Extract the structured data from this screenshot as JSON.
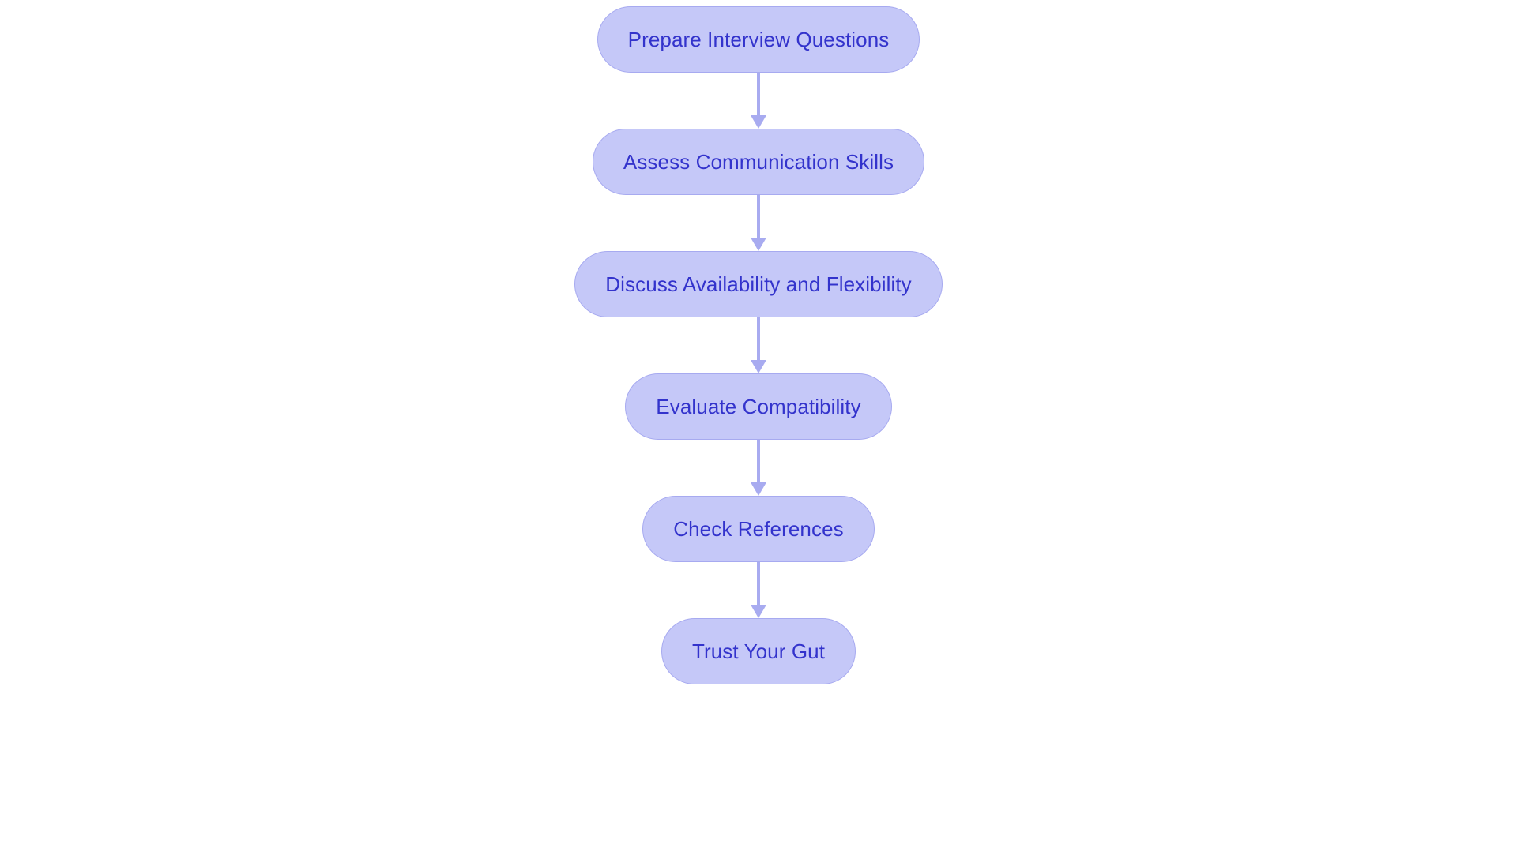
{
  "diagram": {
    "type": "flowchart",
    "orientation": "vertical-top-to-bottom",
    "background_color": "#ffffff",
    "node_fill_color": "#c5c8f8",
    "node_border_color": "#a7aaf0",
    "node_text_color": "#3333cc",
    "connector_color": "#a8abf0",
    "nodes": [
      {
        "id": "node-1",
        "label": "Prepare Interview Questions"
      },
      {
        "id": "node-2",
        "label": "Assess Communication Skills"
      },
      {
        "id": "node-3",
        "label": "Discuss Availability and Flexibility"
      },
      {
        "id": "node-4",
        "label": "Evaluate Compatibility"
      },
      {
        "id": "node-5",
        "label": "Check References"
      },
      {
        "id": "node-6",
        "label": "Trust Your Gut"
      }
    ],
    "connectors": [
      {
        "id": "arrow-1",
        "from": "node-1",
        "to": "node-2",
        "arrowhead": "down-triangle"
      },
      {
        "id": "arrow-2",
        "from": "node-2",
        "to": "node-3",
        "arrowhead": "down-triangle"
      },
      {
        "id": "arrow-3",
        "from": "node-3",
        "to": "node-4",
        "arrowhead": "down-triangle"
      },
      {
        "id": "arrow-4",
        "from": "node-4",
        "to": "node-5",
        "arrowhead": "down-triangle"
      },
      {
        "id": "arrow-5",
        "from": "node-5",
        "to": "node-6",
        "arrowhead": "down-triangle"
      }
    ]
  }
}
